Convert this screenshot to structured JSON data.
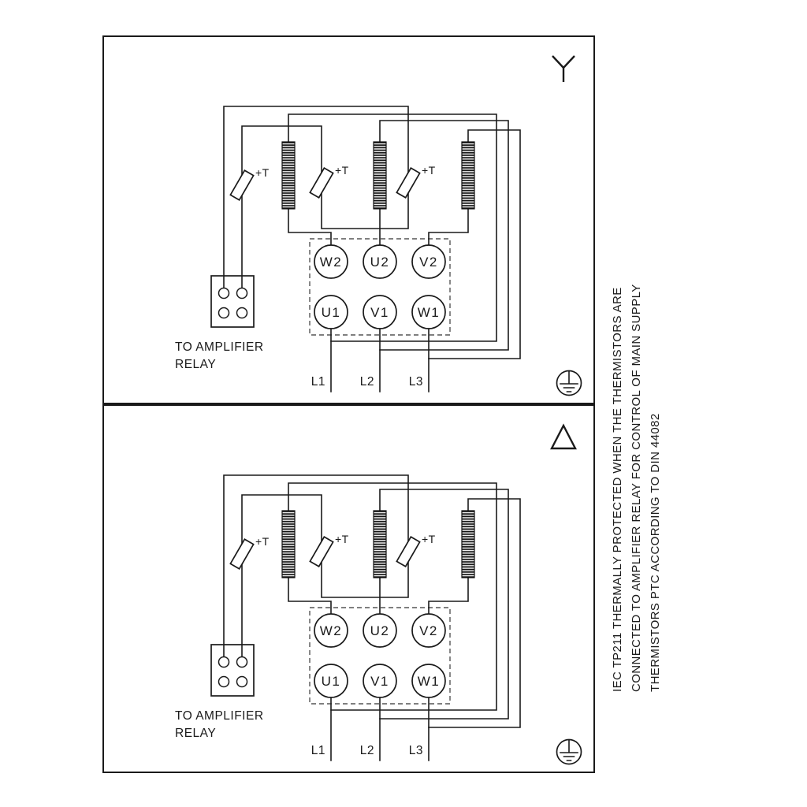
{
  "panels": [
    {
      "connection": "star",
      "amplifier_label_line1": "TO AMPLIFIER",
      "amplifier_label_line2": "RELAY",
      "thermistor_label": "+T",
      "terminals_top": [
        "W2",
        "U2",
        "V2"
      ],
      "terminals_bottom": [
        "U1",
        "V1",
        "W1"
      ],
      "supply_lines": [
        "L1",
        "L2",
        "L3"
      ]
    },
    {
      "connection": "delta",
      "amplifier_label_line1": "TO AMPLIFIER",
      "amplifier_label_line2": "RELAY",
      "thermistor_label": "+T",
      "terminals_top": [
        "W2",
        "U2",
        "V2"
      ],
      "terminals_bottom": [
        "U1",
        "V1",
        "W1"
      ],
      "supply_lines": [
        "L1",
        "L2",
        "L3"
      ]
    }
  ],
  "notes": [
    "IEC TP211 THERMALLY PROTECTED WHEN THE THERMISTORS ARE",
    "CONNECTED TO AMPLIFIER RELAY FOR CONTROL OF MAIN SUPPLY",
    "THERMISTORS PTC ACCORDING TO DIN 44082"
  ],
  "colors": {
    "line": "#1a1a1a",
    "background": "#ffffff"
  }
}
